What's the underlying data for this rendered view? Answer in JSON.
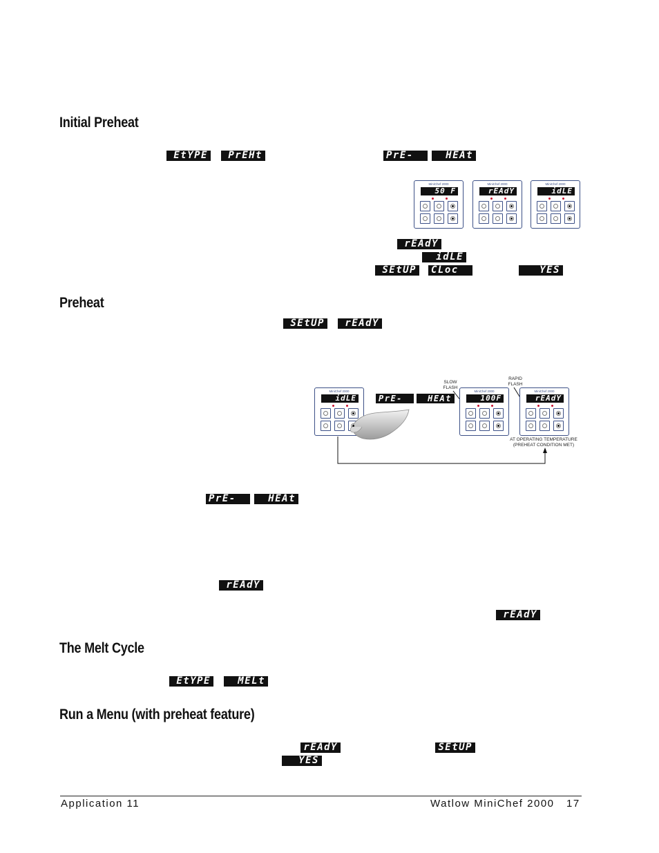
{
  "headings": {
    "initial_preheat": "Initial Preheat",
    "preheat": "Preheat",
    "melt_cycle": "The Melt Cycle",
    "run_menu": "Run a Menu (with preheat feature)"
  },
  "displays": {
    "etype": "EtYPE",
    "preht": "PrEHt",
    "pre": "PrE-",
    "heat": "HEAt",
    "ready": "rEAdY",
    "idle": "idLE",
    "setup": "SEtUP",
    "cloc": "CLoc",
    "yes": "YES",
    "melt": "MELt"
  },
  "devices": {
    "brand": "MiniChef 2000",
    "d1": "50 F",
    "d2": "rEAdY",
    "d3": "idLE",
    "d4": "idLE",
    "d5": "100F",
    "d6": "rEAdY"
  },
  "diagram": {
    "slow_flash_line1": "SLOW",
    "slow_flash_line2": "FLASH",
    "rapid_flash_line1": "RAPID",
    "rapid_flash_line2": "FLASH",
    "operating_line1": "AT OPERATING TEMPERATURE",
    "operating_line2": "(PREHEAT CONDITION MET)"
  },
  "footer": {
    "left": "Application 11",
    "right": "Watlow MiniChef 2000",
    "page": "17"
  },
  "colors": {
    "device_outline": "#3b4f86",
    "led": "#c8102e",
    "lcd_bg": "#111111"
  }
}
